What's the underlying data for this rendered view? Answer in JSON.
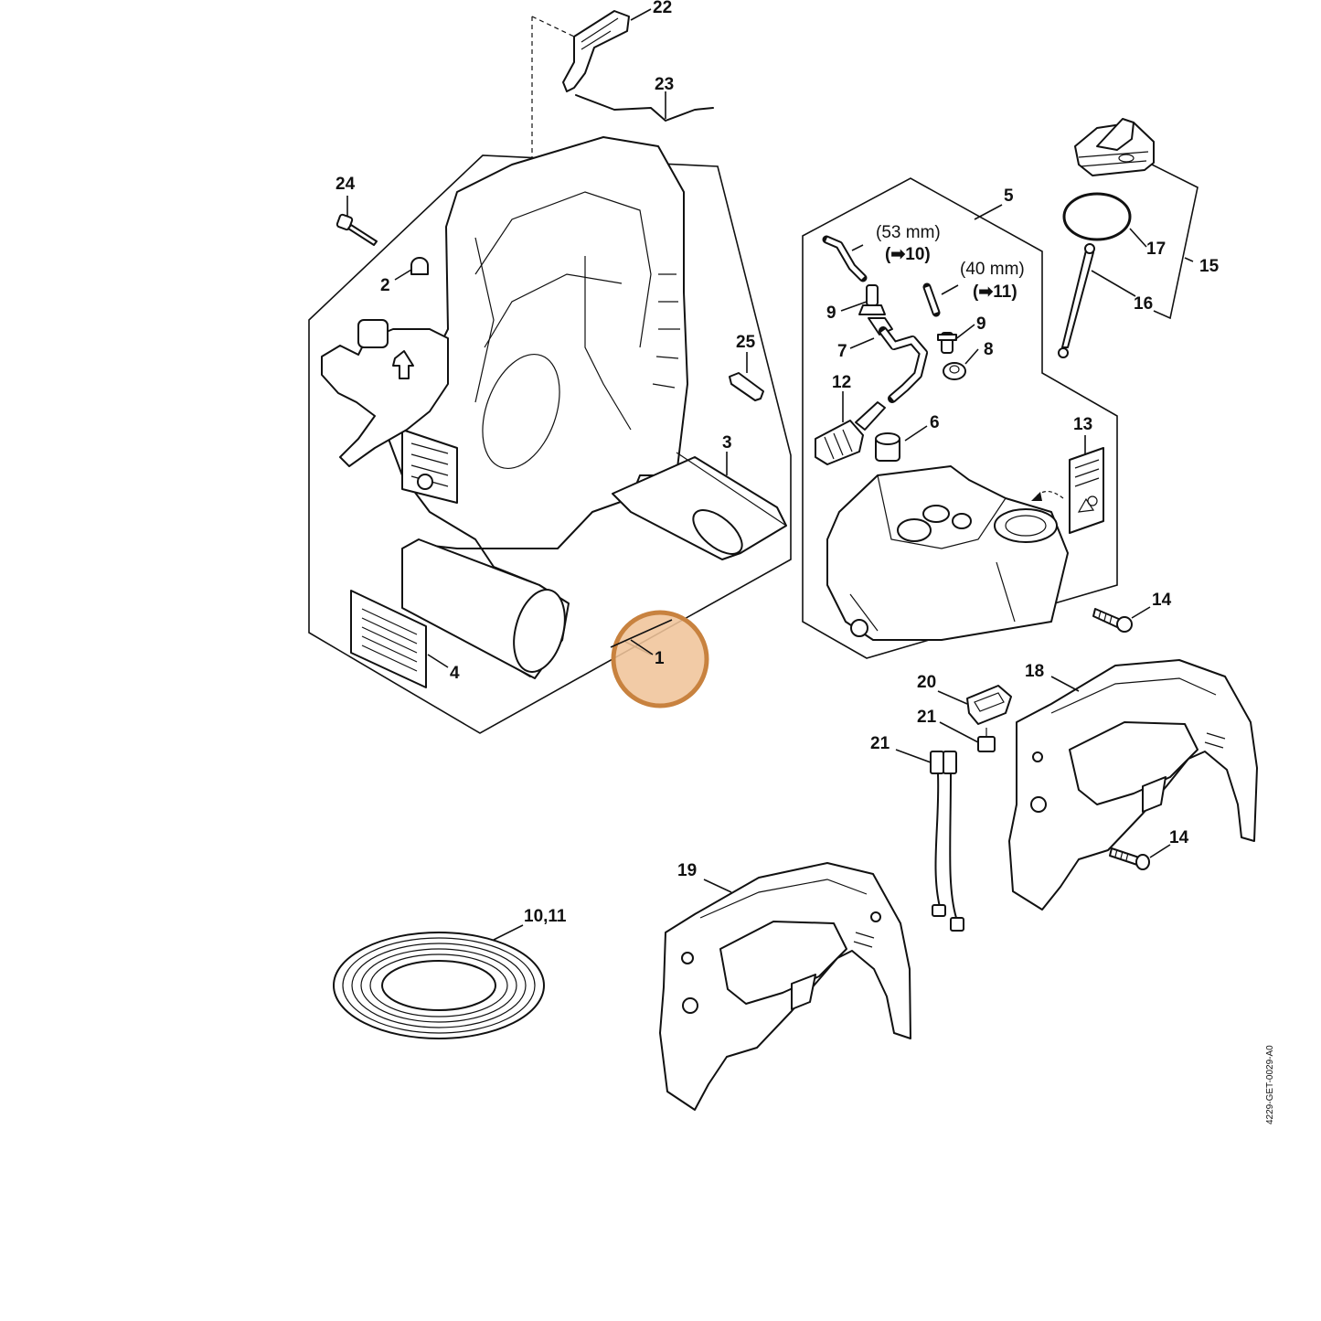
{
  "callouts": {
    "c1": "1",
    "c2": "2",
    "c3": "3",
    "c4": "4",
    "c5": "5",
    "c6": "6",
    "c7": "7",
    "c8": "8",
    "c9a": "9",
    "c9b": "9",
    "c10_11": "10,11",
    "c12": "12",
    "c13": "13",
    "c14a": "14",
    "c14b": "14",
    "c15": "15",
    "c16": "16",
    "c17": "17",
    "c18": "18",
    "c19": "19",
    "c20": "20",
    "c21a": "21",
    "c21b": "21",
    "c22": "22",
    "c23": "23",
    "c24": "24",
    "c25": "25"
  },
  "notes": {
    "hose53": "(53 mm)",
    "ref10": "(➡10)",
    "hose40": "(40 mm)",
    "ref11": "(➡11)"
  },
  "document_code": "4229-GET-0029-A0",
  "highlight": {
    "callout": "1",
    "color": "#f0c49a",
    "border_color": "#c8823f"
  }
}
